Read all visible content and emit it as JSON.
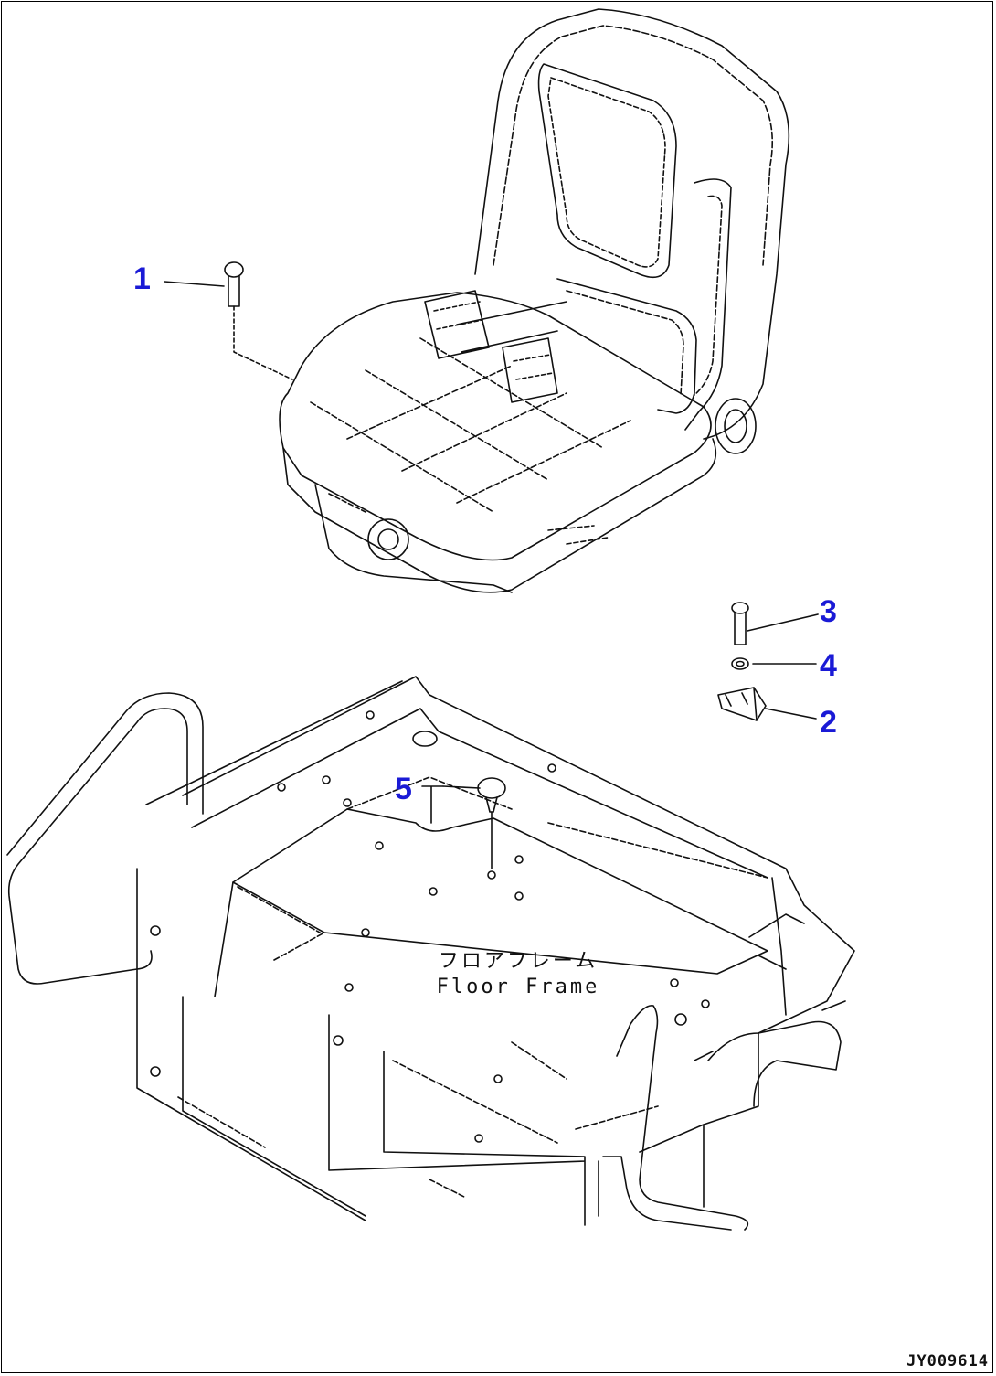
{
  "callouts": {
    "c1": "1",
    "c2": "2",
    "c3": "3",
    "c4": "4",
    "c5": "5"
  },
  "labels": {
    "floor_frame_jp": "フロアフレーム",
    "floor_frame_en": "Floor Frame"
  },
  "drawing_number": "JY009614",
  "colors": {
    "callout": "#1a1ad6",
    "line": "#111111"
  }
}
